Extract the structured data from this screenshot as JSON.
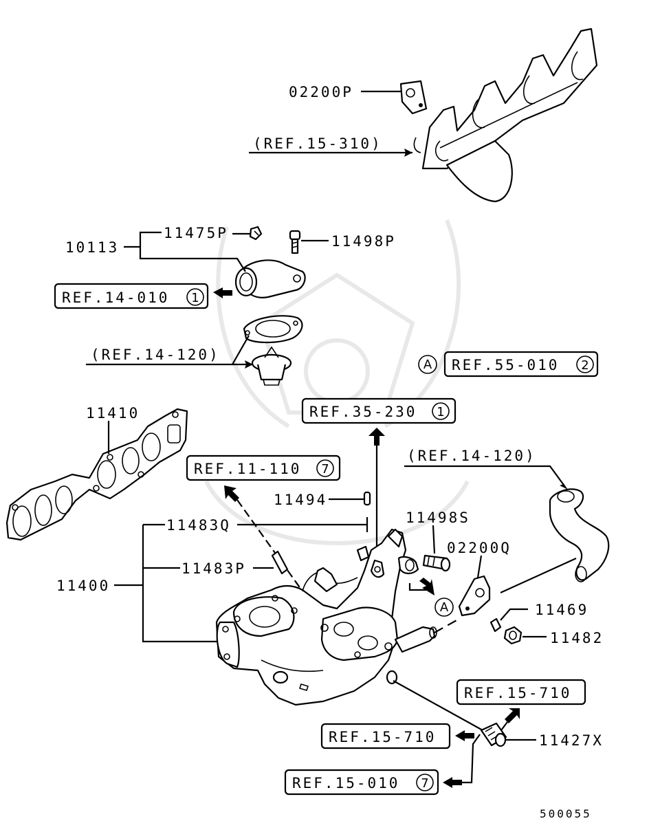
{
  "diagram_id": "500055",
  "colors": {
    "ink": "#000000",
    "background": "#ffffff",
    "watermark": "#e8e8e8"
  },
  "parts": {
    "p02200P": "02200P",
    "p10113": "10113",
    "p11475P": "11475P",
    "p11498P": "11498P",
    "p11410": "11410",
    "p11494": "11494",
    "p11483Q": "11483Q",
    "p11483P": "11483P",
    "p11400": "11400",
    "p11498S": "11498S",
    "p02200Q": "02200Q",
    "p11469": "11469",
    "p11482": "11482",
    "p11427X": "11427X"
  },
  "refs": {
    "ref_15_310": "(REF.15-310)",
    "ref_14_010": "REF.14-010",
    "ref_14_010_num": "1",
    "ref_14_120_a": "(REF.14-120)",
    "ref_55_010": "REF.55-010",
    "ref_55_010_num": "2",
    "ref_55_010_marker": "A",
    "ref_35_230": "REF.35-230",
    "ref_35_230_num": "1",
    "ref_11_110": "REF.11-110",
    "ref_11_110_num": "7",
    "ref_14_120_b": "(REF.14-120)",
    "marker_a": "A",
    "ref_15_710_a": "REF.15-710",
    "ref_15_710_b": "REF.15-710",
    "ref_15_010": "REF.15-010",
    "ref_15_010_num": "7"
  }
}
